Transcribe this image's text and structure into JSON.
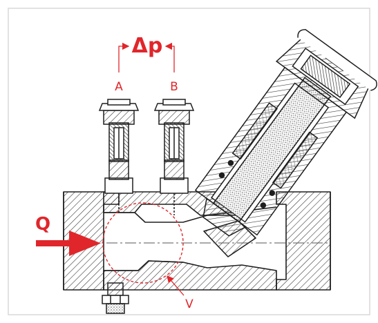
{
  "labels": {
    "delta_p": "Δp",
    "port_a": "A",
    "port_b": "B",
    "flow": "Q",
    "venturi": "V"
  },
  "colors": {
    "annotation": "#e0262b",
    "line": "#1e1e1e",
    "hatch": "#3a3a3a",
    "frame": "#d9d9d9",
    "background": "#ffffff"
  }
}
